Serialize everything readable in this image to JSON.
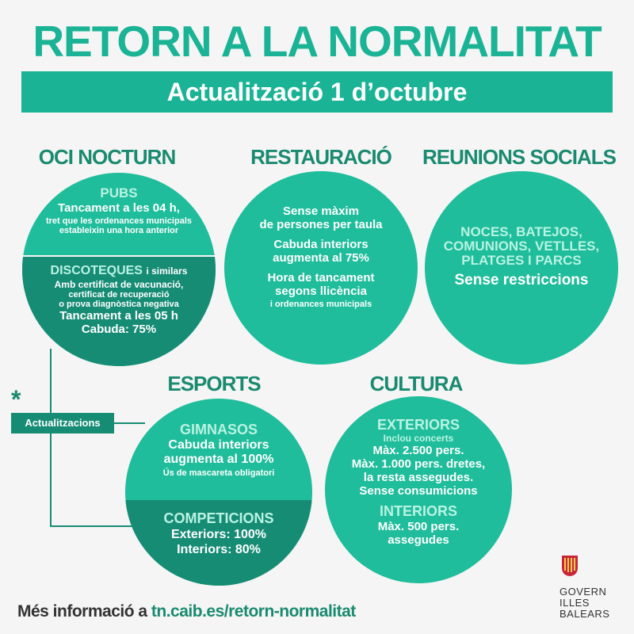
{
  "header": {
    "title": "RETORN A LA NORMALITAT",
    "subtitle": "Actualització 1 d’octubre"
  },
  "oci": {
    "heading": "OCI NOCTURN",
    "pubs_title": "PUBS",
    "pubs_line1": "Tancament a les 04 h,",
    "pubs_line2": "tret que les ordenances municipals",
    "pubs_line3": "estableixin una hora anterior",
    "disco_title": "DISCOTEQUES",
    "disco_title_suffix": "i similars",
    "disco_line1": "Amb certificat de vacunació,",
    "disco_line2": "certificat de recuperació",
    "disco_line3": "o prova diagnòstica negativa",
    "disco_line4": "Tancament a les 05 h",
    "disco_line5": "Cabuda: 75%"
  },
  "restauracio": {
    "heading": "RESTAURACIÓ",
    "line1": "Sense màxim",
    "line2": "de persones per taula",
    "line3": "Cabuda interiors",
    "line4": "augmenta al 75%",
    "line5": "Hora de tancament",
    "line6": "segons llicència",
    "line7": "i ordenances municipals"
  },
  "reunions": {
    "heading": "REUNIONS SOCIALS",
    "line1": "NOCES, BATEJOS,",
    "line2": "COMUNIONS, VETLLES,",
    "line3": "PLATGES I PARCS",
    "line4": "Sense restriccions"
  },
  "updates": {
    "asterisk": "*",
    "label": "Actualitzacions"
  },
  "esports": {
    "heading": "ESPORTS",
    "gym_title": "GIMNASOS",
    "gym_line1": "Cabuda interiors",
    "gym_line2": "augmenta al 100%",
    "gym_line3": "Ús de mascareta obligatori",
    "comp_title": "COMPETICIONS",
    "comp_line1": "Exteriors: 100%",
    "comp_line2": "Interiors: 80%"
  },
  "cultura": {
    "heading": "CULTURA",
    "ext_title": "EXTERIORS",
    "ext_line1": "Inclou concerts",
    "ext_line2": "Màx. 2.500 pers.",
    "ext_line3": "Màx. 1.000 pers. dretes,",
    "ext_line4": "la resta assegudes.",
    "ext_line5": "Sense consumicions",
    "int_title": "INTERIORS",
    "int_line1": "Màx. 500 pers.",
    "int_line2": "assegudes"
  },
  "footer": {
    "prefix": "Més informació a",
    "url": "tn.caib.es/retorn-normalitat"
  },
  "logo": {
    "line1": "GOVERN",
    "line2": "ILLES",
    "line3": "BALEARS"
  },
  "colors": {
    "accent": "#1ab395",
    "dark": "#178c75",
    "background": "#f4f5f4"
  }
}
